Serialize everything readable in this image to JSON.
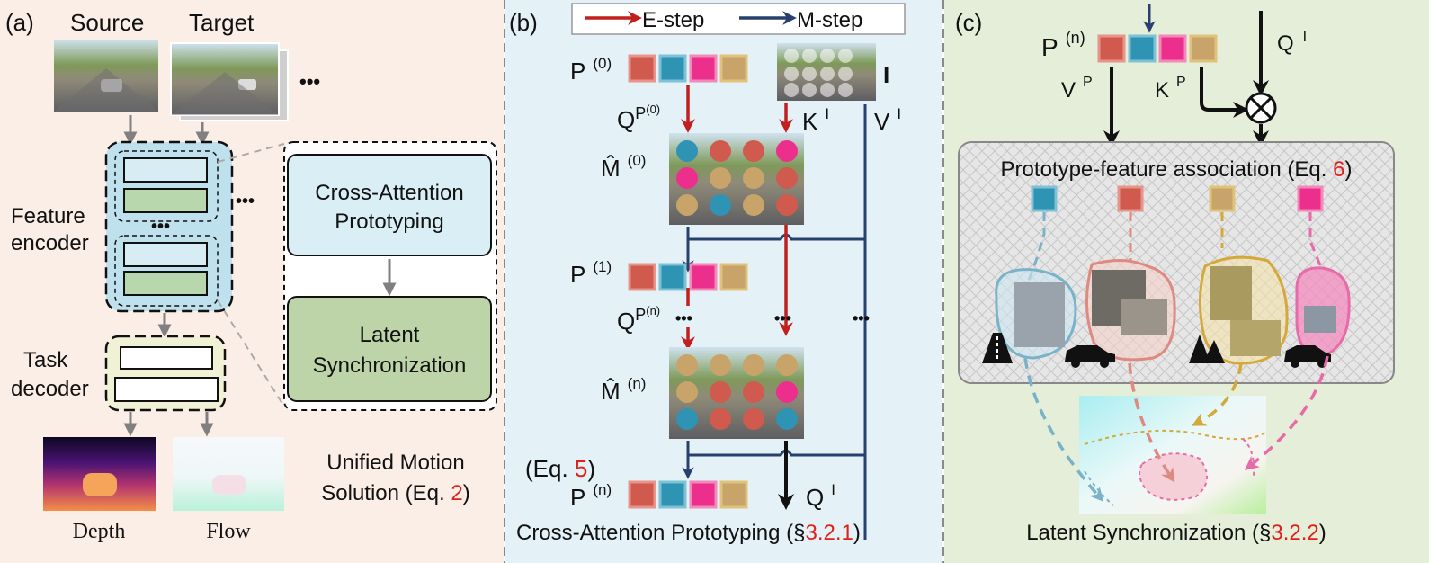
{
  "colors": {
    "proto_red": "#d05a4e",
    "proto_blue": "#2f93b3",
    "proto_pink": "#ec2f8c",
    "proto_tan": "#c8a46a",
    "estep": "#c21f1f",
    "mstep": "#27406e",
    "panel_a_bg": "#fbeee7",
    "panel_b_bg": "#e4f1f7",
    "panel_c_bg": "#e5eed8",
    "ref_red": "#e0201b"
  },
  "panel_a": {
    "tag": "(a)",
    "source_label": "Source",
    "target_label": "Target",
    "ellipsis": "•••",
    "feature_encoder": [
      "Feature",
      "encoder"
    ],
    "task_decoder": [
      "Task",
      "decoder"
    ],
    "module_cap": "Cross-Attention Prototyping",
    "module_cap_lines": [
      "Cross-Attention",
      "Prototyping"
    ],
    "module_ls_lines": [
      "Latent",
      "Synchronization"
    ],
    "depth_label": "Depth",
    "flow_label": "Flow",
    "unified_line1": "Unified Motion",
    "unified_line2_prefix": "Solution (Eq. ",
    "unified_eq": "2",
    "unified_line2_suffix": ")"
  },
  "panel_b": {
    "tag": "(b)",
    "legend_estep": "E-step",
    "legend_mstep": "M-step",
    "p0": "P",
    "p0_sup": "(0)",
    "p1": "P",
    "p1_sup": "(1)",
    "pn": "P",
    "pn_sup": "(n)",
    "image_label": "I",
    "q_label": "Q",
    "q_sup_p0": "P",
    "q_sup_p0_idx": "(0)",
    "q_sup_pn_idx": "(n)",
    "k_label": "K",
    "k_sup": "I",
    "v_label": "V",
    "v_sup": "I",
    "m_hat": "M̂",
    "m0_sup": "(0)",
    "mn_sup": "(n)",
    "eq5_prefix": "(Eq. ",
    "eq5_num": "5",
    "eq5_suffix": ")",
    "qi_label": "Q",
    "qi_sup": "I",
    "caption_prefix": "Cross-Attention Prototyping (",
    "caption_sec": "§",
    "caption_num": "3.2.1",
    "caption_suffix": ")",
    "dots": "•••"
  },
  "panel_c": {
    "tag": "(c)",
    "pn": "P",
    "pn_sup": "(n)",
    "vp": "V",
    "vp_sup": "P",
    "kp": "K",
    "kp_sup": "P",
    "qi": "Q",
    "qi_sup": "I",
    "otimes": "⊗",
    "assoc_prefix": "Prototype-feature association (Eq. ",
    "assoc_num": "6",
    "assoc_suffix": ")",
    "caption_prefix": "Latent Synchronization (",
    "caption_sec": "§",
    "caption_num": "3.2.2",
    "caption_suffix": ")"
  }
}
